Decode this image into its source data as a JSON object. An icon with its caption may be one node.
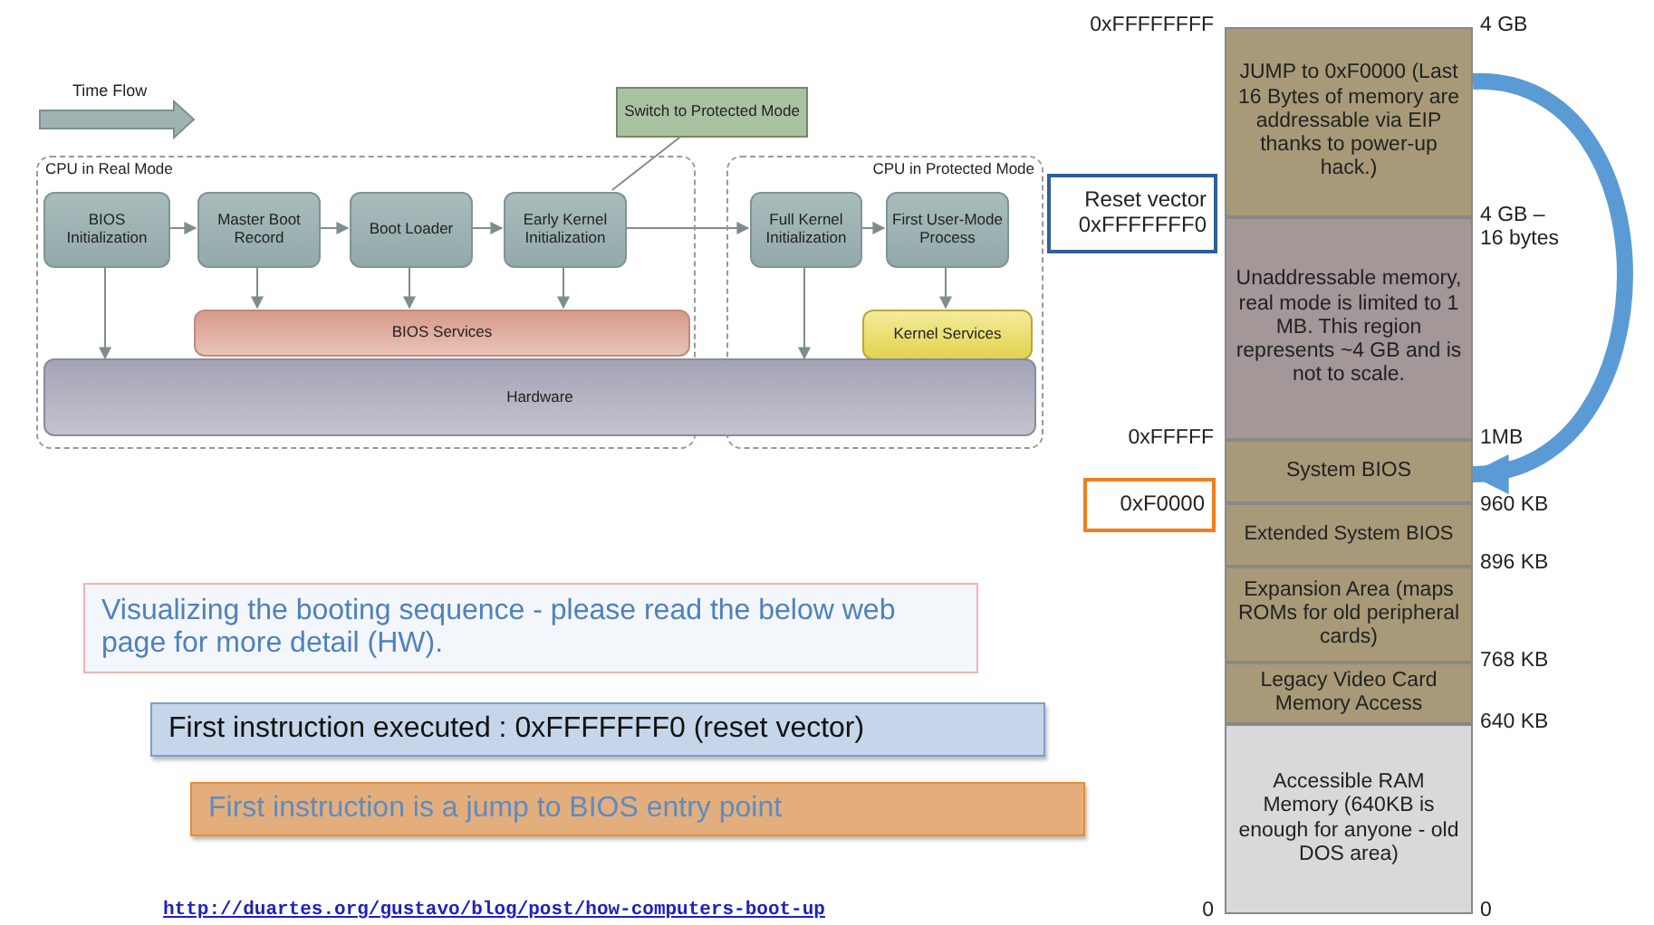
{
  "diagram": {
    "nodes": [
      {
        "text": [
          "Switch to Protected Mode"
        ]
      },
      {
        "text": [
          "CPU in Real Mode"
        ]
      },
      {
        "text": [
          "BIOS Initialization"
        ],
        "in": 1
      },
      {
        "text": [
          "Master Boot Record"
        ],
        "in": 1
      },
      {
        "text": [
          "Boot Loader"
        ],
        "in": 1
      },
      {
        "text": [
          "Early Kernel Initialization"
        ],
        "in": 1
      },
      {
        "text": [
          "BIOS Services"
        ],
        "in": 1
      },
      {
        "text": [
          "CPU in Protected Mode"
        ]
      },
      {
        "text": [
          "Full Kernel Initialization"
        ],
        "in": 7
      },
      {
        "text": [
          "First User-Mode Process"
        ],
        "in": 7
      },
      {
        "text": [
          "Kernel Services"
        ],
        "in": 7
      },
      {
        "text": [
          "Hardware"
        ]
      },
      {
        "text": [
          "Reset vector 0xFFFFFFF0"
        ]
      },
      {
        "text": [
          "0xF0000"
        ]
      },
      {
        "text": [
          "JUMP to 0xF0000 (Last 16 Bytes of memory are addressable via EIP thanks to power-up hack.)"
        ]
      },
      {
        "text": [
          "Unaddressable memory, real mode is limited to 1 MB. This region represents ~4 GB and is not to scale."
        ]
      },
      {
        "text": [
          "System BIOS"
        ]
      },
      {
        "text": [
          "Extended System BIOS"
        ]
      },
      {
        "text": [
          "Expansion Area (maps ROMs for old peripheral cards)"
        ]
      },
      {
        "text": [
          "Legacy Video Card Memory Access"
        ]
      },
      {
        "text": [
          "Accessible RAM Memory (640KB is enough for anyone - old DOS area)"
        ]
      },
      {
        "text": [
          "Visualizing the booting sequence - please read the below web page for more detail (HW)."
        ]
      },
      {
        "text": [
          "First instruction executed : 0xFFFFFFF0 (reset vector)"
        ]
      },
      {
        "text": [
          "First instruction is a jump to BIOS entry point"
        ]
      }
    ],
    "edges": [
      {
        "from": 2,
        "to": 3,
        "arrow": "to"
      },
      {
        "from": 3,
        "to": 4,
        "arrow": "to"
      },
      {
        "from": 4,
        "to": 5,
        "arrow": "to"
      },
      {
        "from": 5,
        "to": 8,
        "arrow": "to"
      },
      {
        "from": 8,
        "to": 9,
        "arrow": "to"
      },
      {
        "from": 2,
        "to": 11,
        "arrow": "to"
      },
      {
        "from": 3,
        "to": 6,
        "arrow": "to"
      },
      {
        "from": 4,
        "to": 6,
        "arrow": "to"
      },
      {
        "from": 5,
        "to": 6,
        "arrow": "to"
      },
      {
        "from": 8,
        "to": 11,
        "arrow": "to"
      },
      {
        "from": 9,
        "to": 10,
        "arrow": "to"
      },
      {
        "from": 0,
        "to": 5,
        "arrow": "none"
      },
      {
        "from": 14,
        "to": 16,
        "arrow": "to",
        "style": "thick",
        "color": "#5b9bd5"
      }
    ],
    "labels": [
      "Time Flow",
      "0xFFFFFFFF",
      "4 GB",
      "4 GB – 16 bytes",
      "0xFFFFF",
      "1MB",
      "960 KB",
      "896 KB",
      "768 KB",
      "640 KB",
      "http://duartes.org/gustavo/blog/post/how-computers-boot-up",
      "0",
      "0"
    ]
  }
}
